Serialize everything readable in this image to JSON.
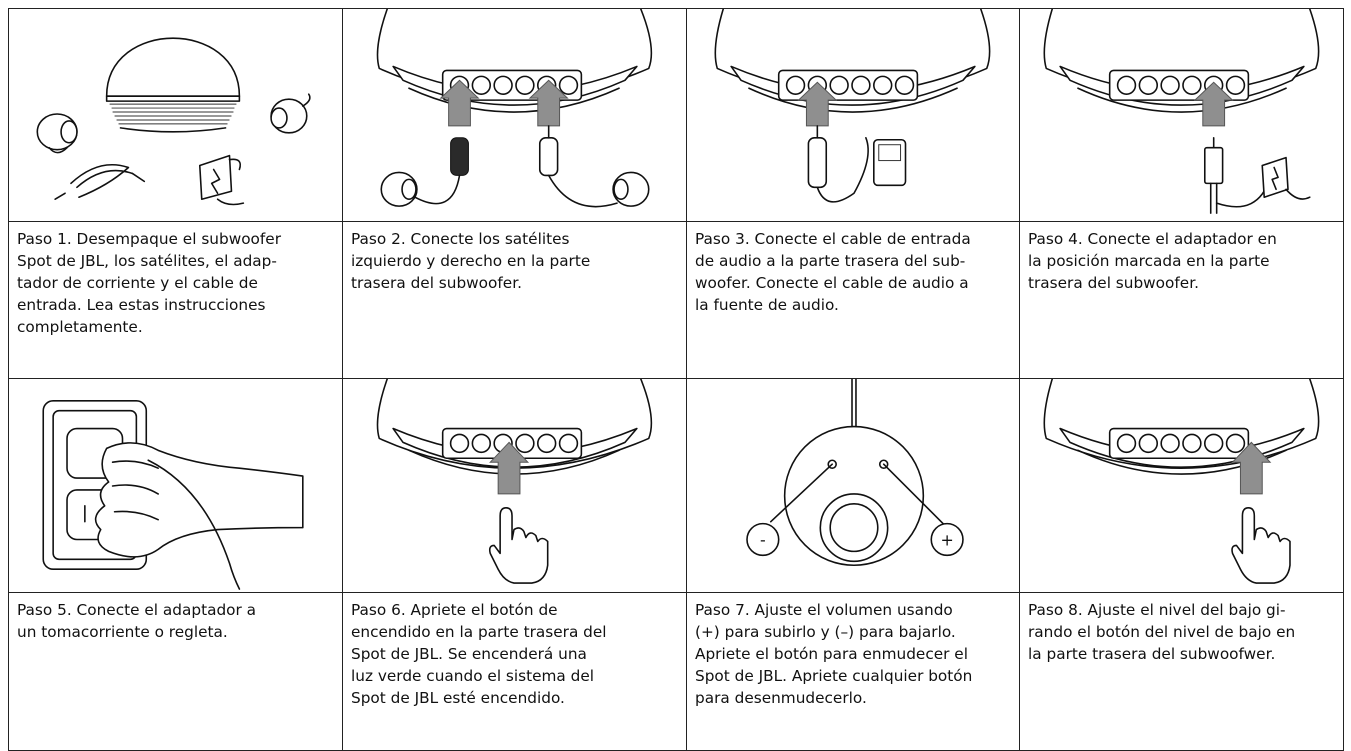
{
  "steps": [
    {
      "id": 1,
      "icon": "unboxed-kit-illustration",
      "lines": [
        "Paso 1. Desempaque el subwoofer",
        "Spot de JBL, los satélites, el adap-",
        "tador de corriente y el cable de",
        "entrada. Lea estas instrucciones",
        "completamente."
      ]
    },
    {
      "id": 2,
      "icon": "connect-satellites-illustration",
      "lines": [
        "Paso 2. Conecte los satélites",
        "izquierdo y derecho en la parte",
        "trasera del subwoofer."
      ]
    },
    {
      "id": 3,
      "icon": "connect-audio-input-illustration",
      "lines": [
        "Paso 3. Conecte el cable de entrada",
        "de audio a la parte trasera del sub-",
        "woofer. Conecte el cable de audio a",
        "la fuente de audio."
      ]
    },
    {
      "id": 4,
      "icon": "connect-adapter-illustration",
      "lines": [
        "Paso 4. Conecte el adaptador en",
        "la posición marcada en la parte",
        "trasera del subwoofer."
      ]
    },
    {
      "id": 5,
      "icon": "plug-into-outlet-illustration",
      "lines": [
        "Paso 5. Conecte el adaptador a",
        "un tomacorriente o regleta."
      ]
    },
    {
      "id": 6,
      "icon": "press-power-button-illustration",
      "lines": [
        "Paso 6. Apriete el botón de",
        "encendido en la parte trasera del",
        "Spot de JBL. Se encenderá una",
        "luz verde cuando el sistema del",
        "Spot de JBL esté encendido."
      ]
    },
    {
      "id": 7,
      "icon": "volume-buttons-illustration",
      "lines": [
        "Paso 7. Ajuste el volumen usando",
        "(+) para subirlo y (–) para bajarlo.",
        "Apriete el botón para enmudecer el",
        "Spot de JBL. Apriete cualquier botón",
        "para desenmudecerlo."
      ],
      "minus_label": "-",
      "plus_label": "+"
    },
    {
      "id": 8,
      "icon": "bass-level-knob-illustration",
      "lines": [
        "Paso 8. Ajuste el nivel del bajo gi-",
        "rando el botón del nivel de bajo en",
        "la parte trasera del subwoofwer."
      ]
    }
  ]
}
